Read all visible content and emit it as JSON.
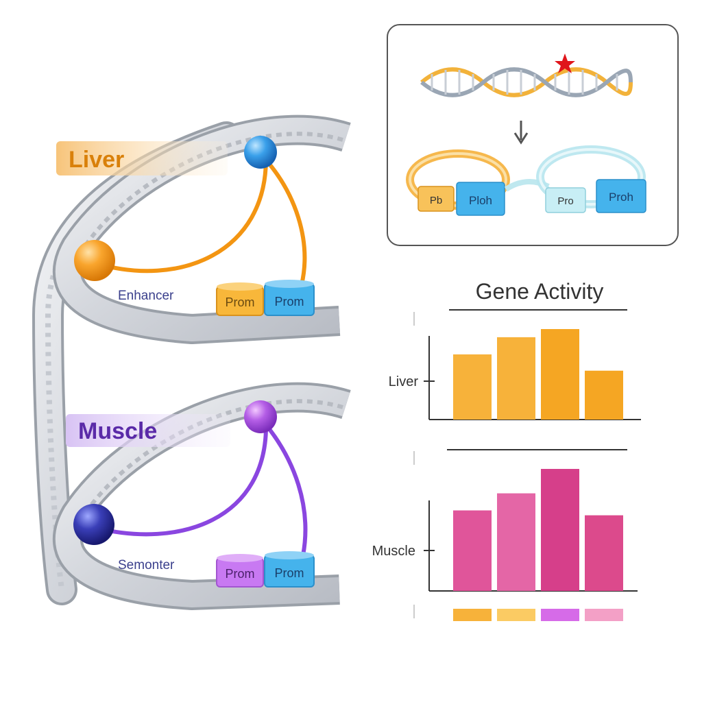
{
  "tissues": {
    "liver": {
      "label": "Liver",
      "color": "#f59a1a",
      "band": "#f8c67e"
    },
    "muscle": {
      "label": "Muscle",
      "color": "#8b4bd8",
      "band": "#d9c6f2"
    }
  },
  "loops": {
    "liver": {
      "enhancer_label": "Enhancer",
      "promoters": [
        "Prom",
        "Prom"
      ]
    },
    "muscle": {
      "enhancer_label": "Semonter",
      "promoters": [
        "Prom",
        "Prom"
      ]
    }
  },
  "inset": {
    "loops": [
      {
        "promoters": [
          "Pb",
          "Ploh"
        ]
      },
      {
        "promoters": [
          "Pro",
          "Proh"
        ]
      }
    ]
  },
  "chart": {
    "title": "Gene Activity",
    "row_labels": [
      "Liver",
      "Muscle"
    ]
  },
  "chart_data": [
    {
      "type": "bar",
      "title": "Gene Activity",
      "ylabel": "Liver",
      "ylim": [
        0,
        1
      ],
      "values": [
        0.72,
        0.91,
        1.0,
        0.54
      ],
      "colors": [
        "#f7b23a",
        "#f7b23a",
        "#f5a623",
        "#f5a623"
      ]
    },
    {
      "type": "bar",
      "ylabel": "Muscle",
      "ylim": [
        0,
        1
      ],
      "values": [
        0.66,
        0.8,
        1.0,
        0.62
      ],
      "colors": [
        "#e0559a",
        "#e466a6",
        "#d63f8a",
        "#dc4a8c"
      ]
    }
  ],
  "legend_swatches": [
    "#f7b23a",
    "#fbcb63",
    "#d66be8",
    "#f3a0c6"
  ],
  "colors": {
    "liver_line": "#f39512",
    "muscle_line": "#8a46e0",
    "promoter_blue": "#45b3ec",
    "promoter_orange": "#f8b73a",
    "promoter_purple": "#c879f2",
    "axis": "#333333"
  }
}
